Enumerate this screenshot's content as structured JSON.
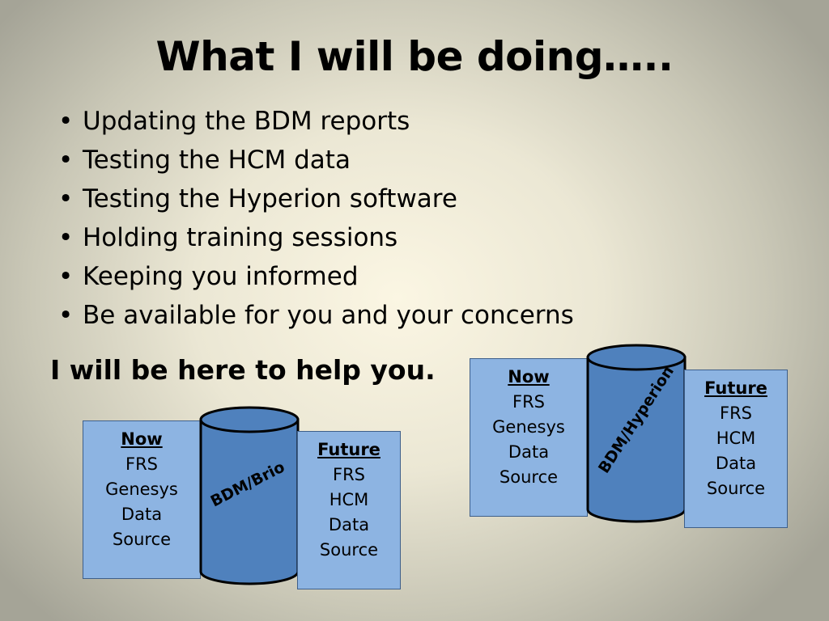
{
  "slide": {
    "title": "What I will be doing…..",
    "bullet_glyph": "•",
    "bullets": [
      "Updating the BDM reports",
      "Testing the HCM data",
      "Testing the Hyperion software",
      "Holding training sessions",
      "Keeping you informed",
      "Be available for you and your concerns"
    ],
    "tagline": "I will be here to help you."
  },
  "diagrams": {
    "brio": {
      "now": {
        "heading": "Now",
        "lines": [
          "FRS",
          "Genesys",
          "Data",
          "Source"
        ]
      },
      "cylinder_label": "BDM/Brio",
      "future": {
        "heading": "Future",
        "lines": [
          "FRS",
          "HCM",
          "Data",
          "Source"
        ]
      }
    },
    "hyperion": {
      "now": {
        "heading": "Now",
        "lines": [
          "FRS",
          "Genesys",
          "Data",
          "Source"
        ]
      },
      "cylinder_label": "BDM/Hyperion",
      "future": {
        "heading": "Future",
        "lines": [
          "FRS",
          "HCM",
          "Data",
          "Source"
        ]
      }
    }
  },
  "colors": {
    "box_fill": "#8db4e2",
    "cylinder_fill": "#4f81bd",
    "cylinder_outline": "#000000"
  }
}
